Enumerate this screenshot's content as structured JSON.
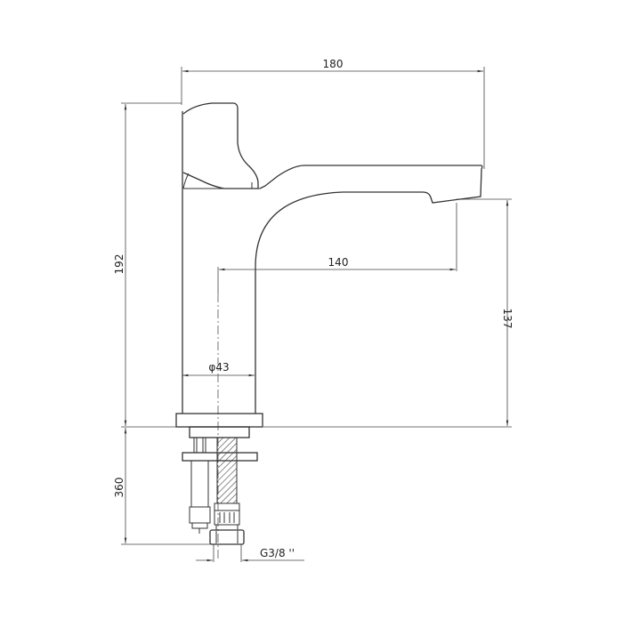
{
  "diagram": {
    "title": "Basin faucet technical drawing",
    "units": "mm",
    "line_color": "#333333",
    "background": "#ffffff",
    "dimensions": {
      "overall_length": "180",
      "overall_height": "192",
      "spout_reach": "140",
      "spout_height": "137",
      "body_diameter": "φ43",
      "hose_length": "360",
      "connection_thread": "G3/8 ''"
    },
    "components": [
      "handle",
      "body",
      "spout",
      "base-flange",
      "mounting-washer",
      "threaded-rod",
      "flexible-hose",
      "hose-nut"
    ]
  }
}
